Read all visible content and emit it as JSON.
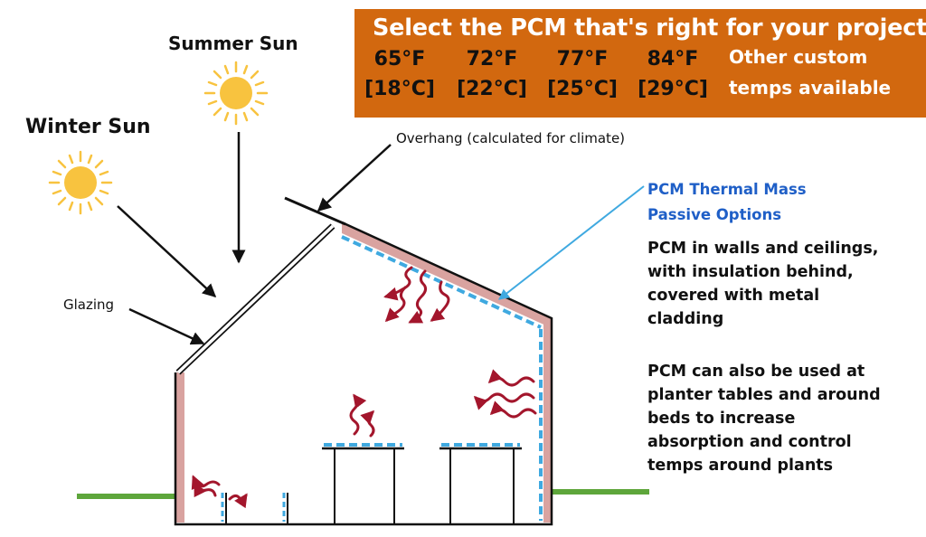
{
  "banner": {
    "title": "Select the PCM that's right for your project",
    "temps": [
      {
        "f": "65°F",
        "c": "[18°C]"
      },
      {
        "f": "72°F",
        "c": "[22°C]"
      },
      {
        "f": "77°F",
        "c": "[25°C]"
      },
      {
        "f": "84°F",
        "c": "[29°C]"
      }
    ],
    "other_line1": "Other custom",
    "other_line2": "temps available"
  },
  "labels": {
    "summer_sun": "Summer Sun",
    "winter_sun": "Winter Sun",
    "overhang": "Overhang (calculated for climate)",
    "glazing": "Glazing",
    "pcm_thermal_mass_line1": "PCM Thermal Mass",
    "pcm_thermal_mass_line2": "Passive Options",
    "walls_text": [
      "PCM in walls and ceilings,",
      "with insulation behind,",
      "covered with metal",
      "cladding"
    ],
    "planter_text": [
      "PCM can also be used at",
      "planter tables and around",
      "beds to increase",
      "absorption and control",
      "temps around plants"
    ]
  },
  "colors": {
    "banner_bg": "#d2680f",
    "pcm_blue": "#3fa9e0",
    "wall_pink": "#d9a3a0",
    "heat_red": "#a3162c",
    "ground_green": "#5ea63b",
    "sun_yellow": "#f8c33f"
  },
  "icons": [
    "sun-icon",
    "heat-wave-icon",
    "arrow-icon"
  ]
}
